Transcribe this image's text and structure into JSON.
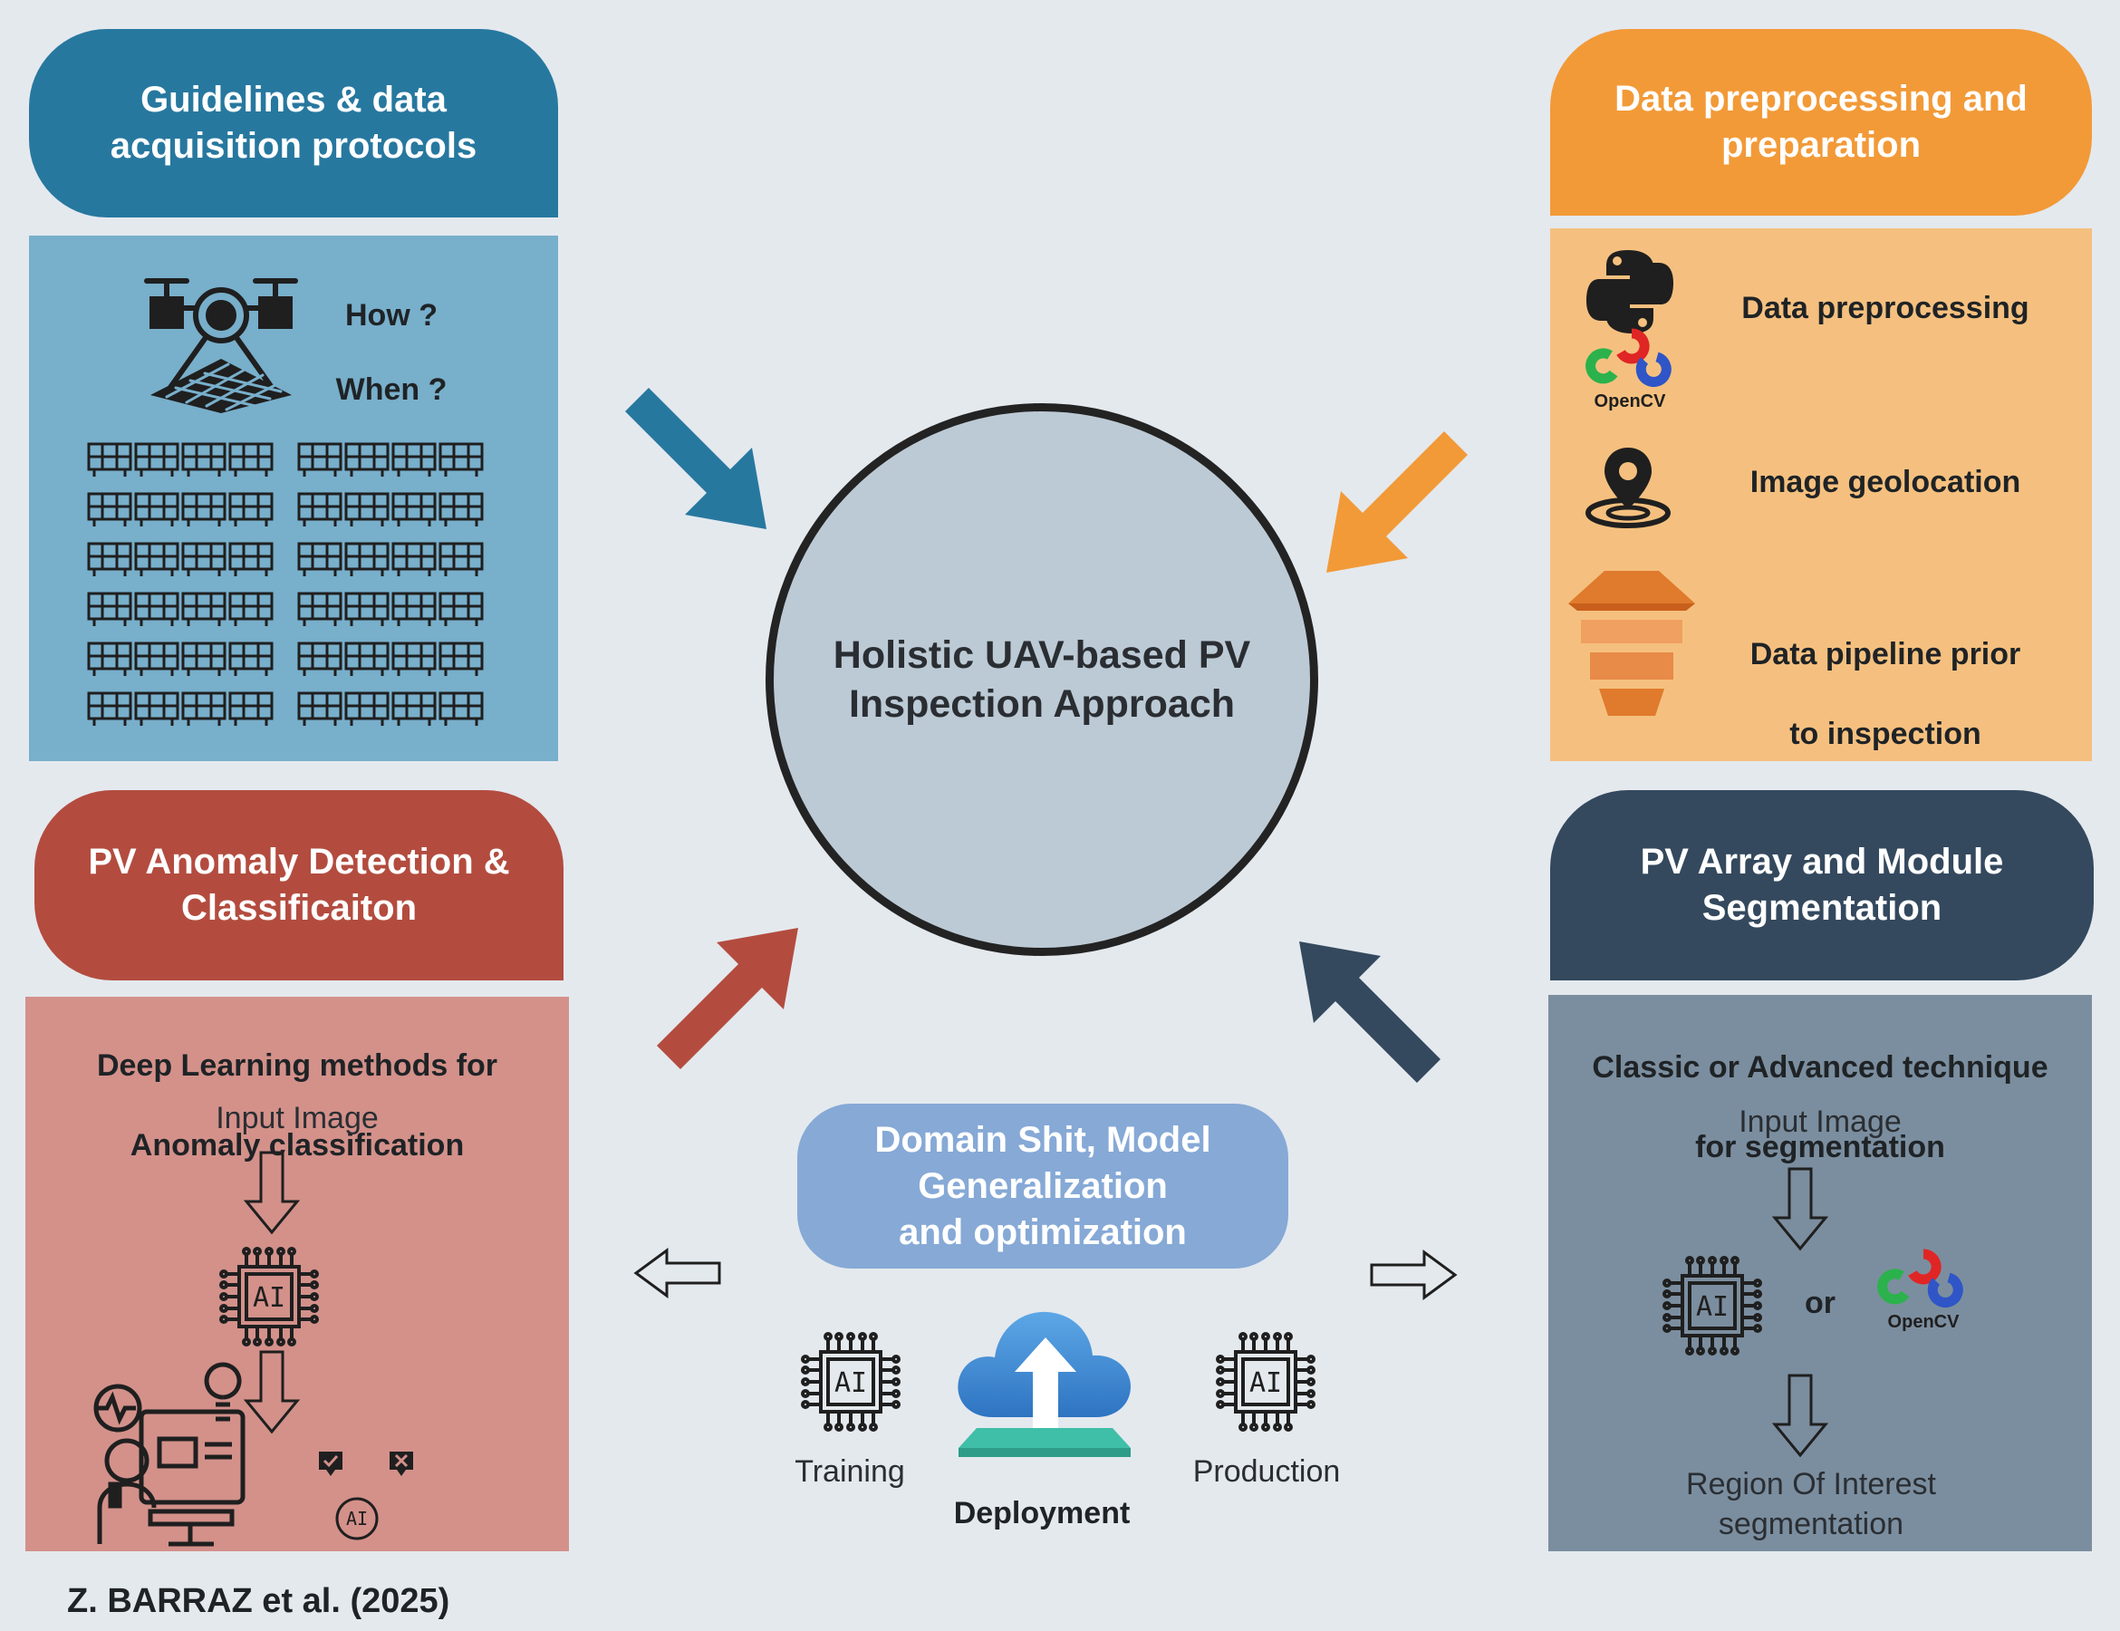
{
  "center": {
    "title_line1": "Holistic UAV-based PV",
    "title_line2": "Inspection Approach"
  },
  "blocks": {
    "guidelines": {
      "title_line1": "Guidelines & data",
      "title_line2": "acquisition protocols",
      "question1": "How ?",
      "question2": "When ?",
      "color": "#27789f"
    },
    "preprocessing": {
      "title_line1": "Data preprocessing and",
      "title_line2": "preparation",
      "item1": "Data preprocessing",
      "item2": "Image geolocation",
      "item3_line1": "Data pipeline prior",
      "item3_line2": "to inspection",
      "opencv_label": "OpenCV",
      "color": "#f29a38"
    },
    "anomaly": {
      "title_line1": "PV Anomaly Detection &",
      "title_line2": "Classificaiton",
      "subtitle_line1": "Deep Learning methods for",
      "subtitle_line2": "Anomaly classification",
      "input_label": "Input Image",
      "ai_label": "AI",
      "color": "#b34c3f"
    },
    "segmentation": {
      "title_line1": "PV Array and Module",
      "title_line2": "Segmentation",
      "subtitle_line1": "Classic or Advanced technique",
      "subtitle_line2": "for segmentation",
      "input_label": "Input Image",
      "or_label": "or",
      "opencv_label": "OpenCV",
      "output_line1": "Region Of Interest",
      "output_line2": "segmentation",
      "color": "#34495e"
    },
    "domain": {
      "title_line1": "Domain Shit, Model",
      "title_line2": "Generalization",
      "title_line3": "and optimization",
      "training": "Training",
      "deployment": "Deployment",
      "production": "Production",
      "color": "#86a9d6"
    }
  },
  "footer": {
    "citation": "Z. BARRAZ et al. (2025)"
  },
  "icons": [
    "drone-icon",
    "solar-panel-icon",
    "python-icon",
    "opencv-icon",
    "location-pin-icon",
    "pipeline-icon",
    "ai-chip-icon",
    "cloud-upload-icon",
    "doctor-monitor-icon",
    "arrow-down-icon"
  ]
}
